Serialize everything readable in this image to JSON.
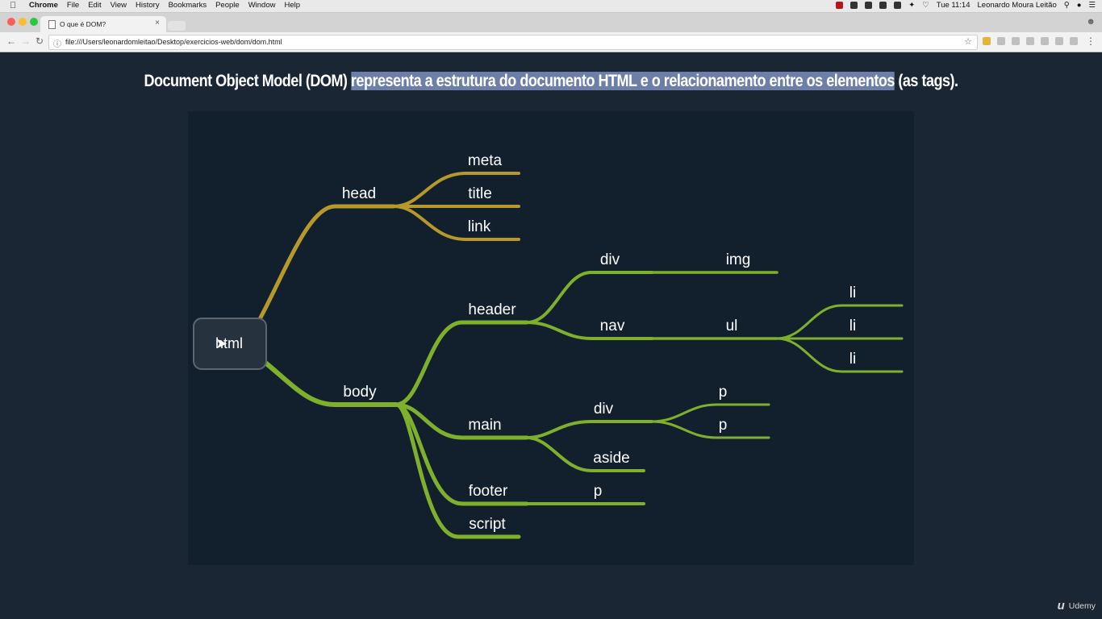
{
  "menubar": {
    "app": "Chrome",
    "items": [
      "File",
      "Edit",
      "View",
      "History",
      "Bookmarks",
      "People",
      "Window",
      "Help"
    ],
    "clock": "Tue 11:14",
    "user": "Leonardo Moura Leitão"
  },
  "browser": {
    "tab_title": "O que é DOM?",
    "url": "file:///Users/leonardomleitao/Desktop/exercicios-web/dom/dom.html"
  },
  "slide": {
    "title_prefix": "Document Object Model (DOM)",
    "title_highlight": "representa a estrutura do documento HTML e o relacionamento entre os elementos",
    "title_suffix": "(as tags)."
  },
  "tree": {
    "root": "html",
    "labels": {
      "head": "head",
      "meta": "meta",
      "title": "title",
      "link": "link",
      "body": "body",
      "header": "header",
      "header_div": "div",
      "img": "img",
      "nav": "nav",
      "ul": "ul",
      "li1": "li",
      "li2": "li",
      "li3": "li",
      "main": "main",
      "main_div": "div",
      "p1": "p",
      "p2": "p",
      "aside": "aside",
      "footer": "footer",
      "footer_p": "p",
      "script": "script"
    },
    "colors": {
      "head_branch": "#b7992a",
      "body_branch": "#7fb02c",
      "background": "#121f2d"
    }
  },
  "watermark": "Udemy"
}
